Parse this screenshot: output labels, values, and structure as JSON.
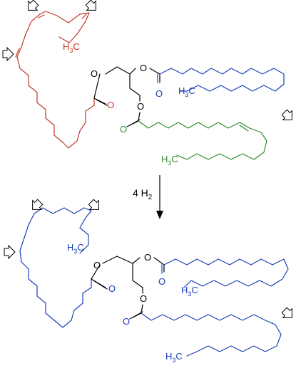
{
  "colors": {
    "linolenic_chain": "#c0392b",
    "saturated_chain": "#1a3fb8",
    "oleic_chain": "#2e8b2e",
    "glycerol_backbone": "#000000",
    "marker_stroke": "#000000",
    "marker_fill": "#ffffff"
  },
  "labels": {
    "reagent": "4 H",
    "reagent_sub": "2",
    "oxygen": "O",
    "methyl_h": "H",
    "methyl_3": "3",
    "methyl_c": "C"
  },
  "icons": {
    "double_bond_marker": "hollow-arrow-icon",
    "reaction_arrow": "down-arrow-icon"
  }
}
